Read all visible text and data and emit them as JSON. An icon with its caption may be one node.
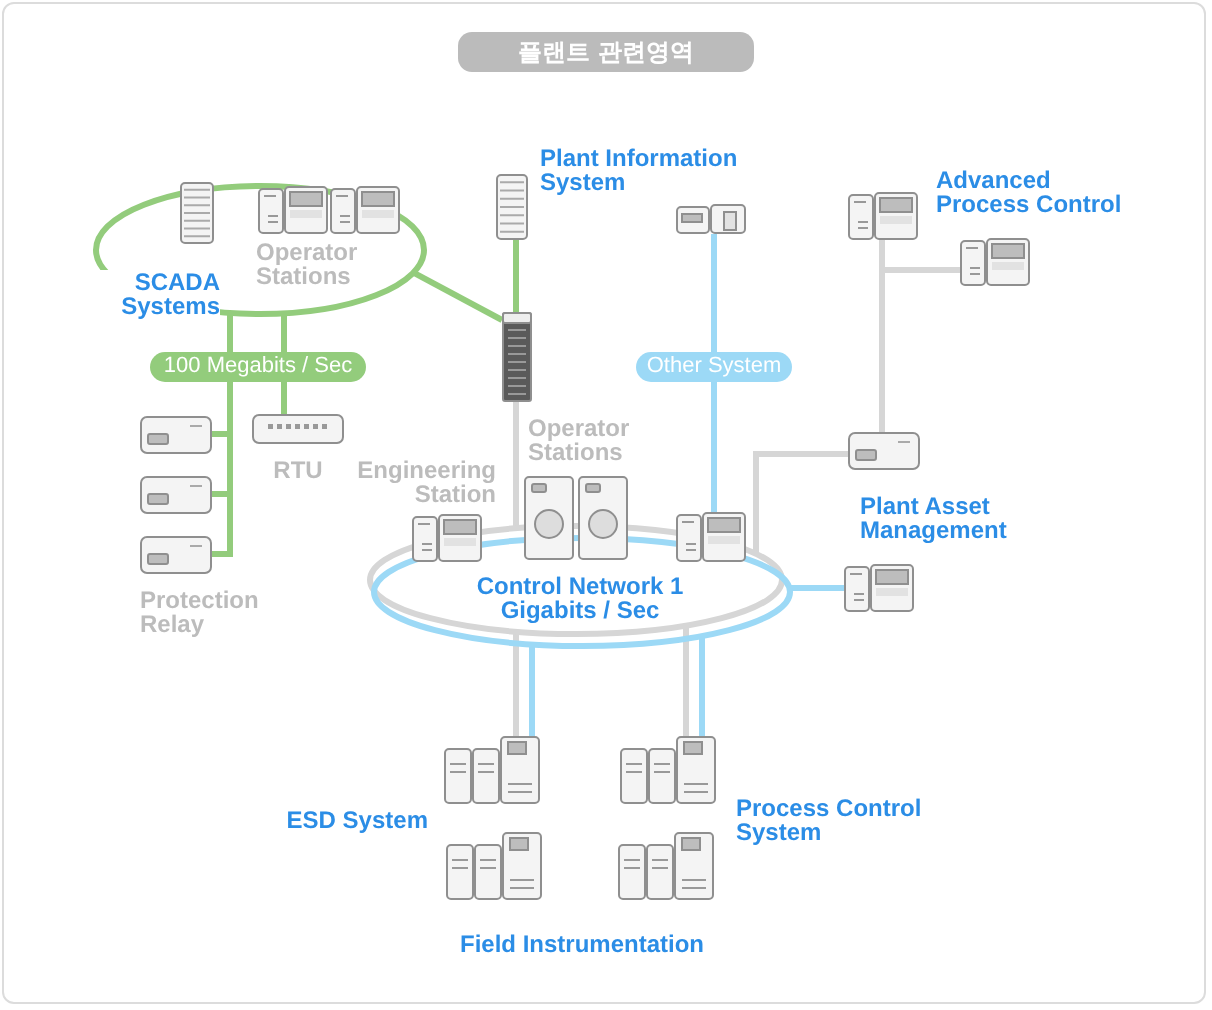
{
  "diagram": {
    "title": "플랜트 관련영역",
    "nodes": [
      {
        "text": [
          "SCADA Systems",
          "Operator Stations"
        ]
      },
      {
        "text": [],
        "shape": "picture",
        "in": 0
      },
      {
        "text": [],
        "shape": "picture",
        "in": 0
      },
      {
        "text": [],
        "shape": "picture",
        "in": 0
      },
      {
        "text": [
          "Plant Information System"
        ]
      },
      {
        "text": [],
        "shape": "picture"
      },
      {
        "text": [],
        "shape": "picture"
      },
      {
        "text": [
          "Advanced Process Control"
        ]
      },
      {
        "text": [],
        "shape": "picture"
      },
      {
        "text": [
          "RTU"
        ]
      },
      {
        "text": [],
        "shape": "picture"
      },
      {
        "text": [],
        "shape": "picture"
      },
      {
        "text": [
          "Protection Relay"
        ]
      },
      {
        "text": [
          "Engineering Station"
        ]
      },
      {
        "text": [
          "Operator Stations"
        ]
      },
      {
        "text": [],
        "shape": "picture"
      },
      {
        "text": [
          "Plant Asset Management"
        ]
      },
      {
        "text": [
          "Control Network 1 Gigabits / Sec"
        ]
      },
      {
        "text": [],
        "shape": "picture"
      },
      {
        "text": [
          "ESD System"
        ]
      },
      {
        "text": [],
        "shape": "picture"
      },
      {
        "text": [
          "Process Control System"
        ]
      },
      {
        "text": [],
        "shape": "picture"
      }
    ],
    "edges": [
      {
        "from": 0,
        "to": 5,
        "arrow": "none",
        "color": "#93cc7c"
      },
      {
        "from": 4,
        "to": 5,
        "arrow": "none",
        "color": "#93cc7c"
      },
      {
        "from": 5,
        "to": 17,
        "arrow": "none"
      },
      {
        "from": 0,
        "to": 10,
        "arrow": "none",
        "color": "#93cc7c",
        "label": "100 Megabits / Sec"
      },
      {
        "from": 0,
        "to": 11,
        "arrow": "none",
        "color": "#93cc7c"
      },
      {
        "from": 0,
        "to": 12,
        "arrow": "none",
        "color": "#93cc7c"
      },
      {
        "from": 0,
        "to": 9,
        "arrow": "none",
        "color": "#93cc7c"
      },
      {
        "from": 6,
        "to": 15,
        "arrow": "none",
        "color": "#9cd9f6",
        "label": "Other System"
      },
      {
        "from": 17,
        "to": 16,
        "arrow": "none"
      },
      {
        "from": 16,
        "to": 7,
        "arrow": "none"
      },
      {
        "from": 7,
        "to": 8,
        "arrow": "none"
      },
      {
        "from": 17,
        "to": 18,
        "arrow": "none",
        "color": "#9cd9f6"
      },
      {
        "from": 17,
        "to": 19,
        "arrow": "none"
      },
      {
        "from": 17,
        "to": 19,
        "arrow": "none",
        "color": "#9cd9f6"
      },
      {
        "from": 17,
        "to": 21,
        "arrow": "none"
      },
      {
        "from": 17,
        "to": 21,
        "arrow": "none",
        "color": "#9cd9f6"
      }
    ],
    "labels": [
      "Field Instrumentation"
    ]
  }
}
